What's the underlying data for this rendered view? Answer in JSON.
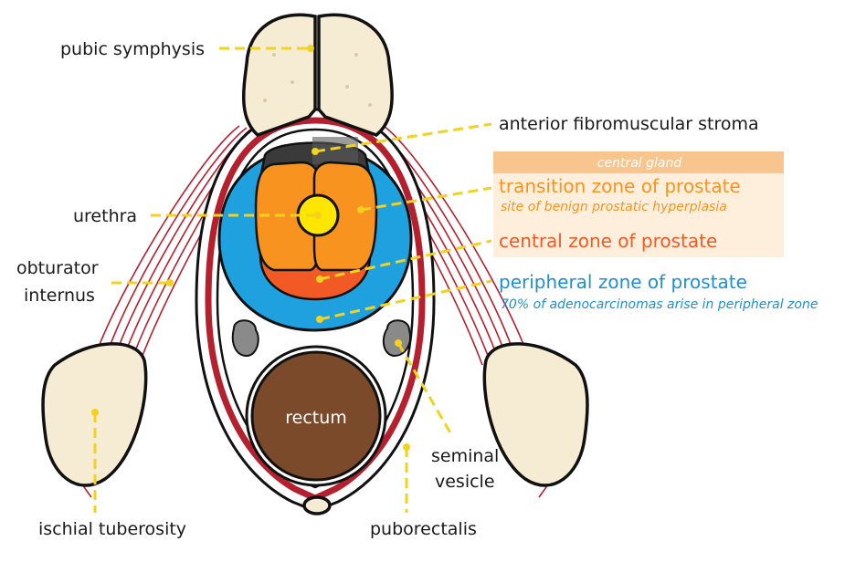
{
  "labels": {
    "pubic_symphysis": "pubic symphysis",
    "anterior_fibromuscular_stroma": "anterior fibromuscular stroma",
    "central_gland": "central gland",
    "transition_zone": "transition zone of prostate",
    "transition_zone_note": "site of benign prostatic hyperplasia",
    "central_zone": "central zone of prostate",
    "peripheral_zone": "peripheral zone of prostate",
    "peripheral_zone_note": "70% of adenocarcinomas arise in peripheral zone",
    "urethra": "urethra",
    "obturator_internus_line1": "obturator",
    "obturator_internus_line2": "internus",
    "rectum": "rectum",
    "seminal_vesicle_line1": "seminal",
    "seminal_vesicle_line2": "vesicle",
    "ischial_tuberosity": "ischial tuberosity",
    "puborectalis": "puborectalis"
  },
  "colors": {
    "leader": "#f2d21c",
    "bone_fill": "#f6ecd4",
    "muscle_red": "#b5202e",
    "peripheral_zone": "#1fa1df",
    "transition_zone": "#f7931e",
    "central_zone": "#f15a24",
    "stroma": "#3a3a3a",
    "urethra": "#ffe600",
    "rectum": "#7a4a2a",
    "seminal_vesicle": "#8a8a8a",
    "central_gland_header": "#f8c58e",
    "central_gland_box": "#fdefdc",
    "transition_text": "#f7931e",
    "central_text": "#f15a24",
    "peripheral_text": "#1f8fd0"
  }
}
